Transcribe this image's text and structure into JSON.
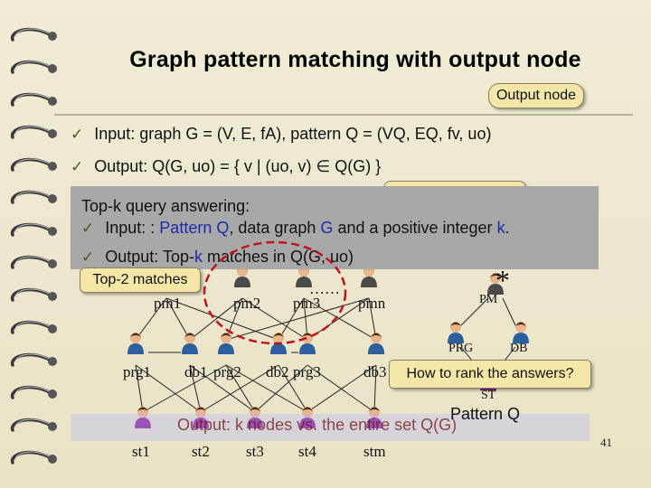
{
  "slide": {
    "title": "Graph pattern matching with output node",
    "output_node_callout": "Output node",
    "bullet_input": "Input: graph G = (V, E, fA), pattern Q = (VQ, EQ, fv, uo)",
    "bullet_output": "Output: Q(G, uo) = { v | (uo, v) ∈ Q(G) }",
    "topk_heading": "Top-k query answering:",
    "topk_input_prefix": "Input: : ",
    "topk_input_blue1": "Pattern Q",
    "topk_input_mid": ", data graph ",
    "topk_input_blue2": "G",
    "topk_input_mid2": " and a positive integer ",
    "topk_input_blue3": "k",
    "topk_input_end": ".",
    "topk_output_prefix": "Output: Top-",
    "topk_output_blue": "k",
    "topk_output_end": " matches in Q(G, uo)",
    "top2_callout": "Top-2 matches",
    "rank_callout": "How to rank the answers?",
    "ellipsis": "……",
    "bottom_text": "Output: k nodes vs. the entire set Q(G)",
    "pattern_label": "Pattern Q",
    "page_number": "41",
    "star": "*"
  },
  "graph": {
    "pm_labels": [
      "pm1",
      "pm2",
      "pm3",
      "pmn"
    ],
    "mid_labels": [
      "prg1",
      "db1",
      "prg2",
      "db2",
      "prg3",
      "db3"
    ],
    "st_labels": [
      "st1",
      "st2",
      "st3",
      "st4",
      "stm"
    ],
    "pattern_nodes": [
      "PM",
      "PRG",
      "DB",
      "ST"
    ]
  },
  "colors": {
    "box_grey": "#a8a8a8",
    "callout_fill": "#f4e7a8",
    "accent_blue": "#1f2aa8",
    "dashed_red": "#c0141c"
  }
}
